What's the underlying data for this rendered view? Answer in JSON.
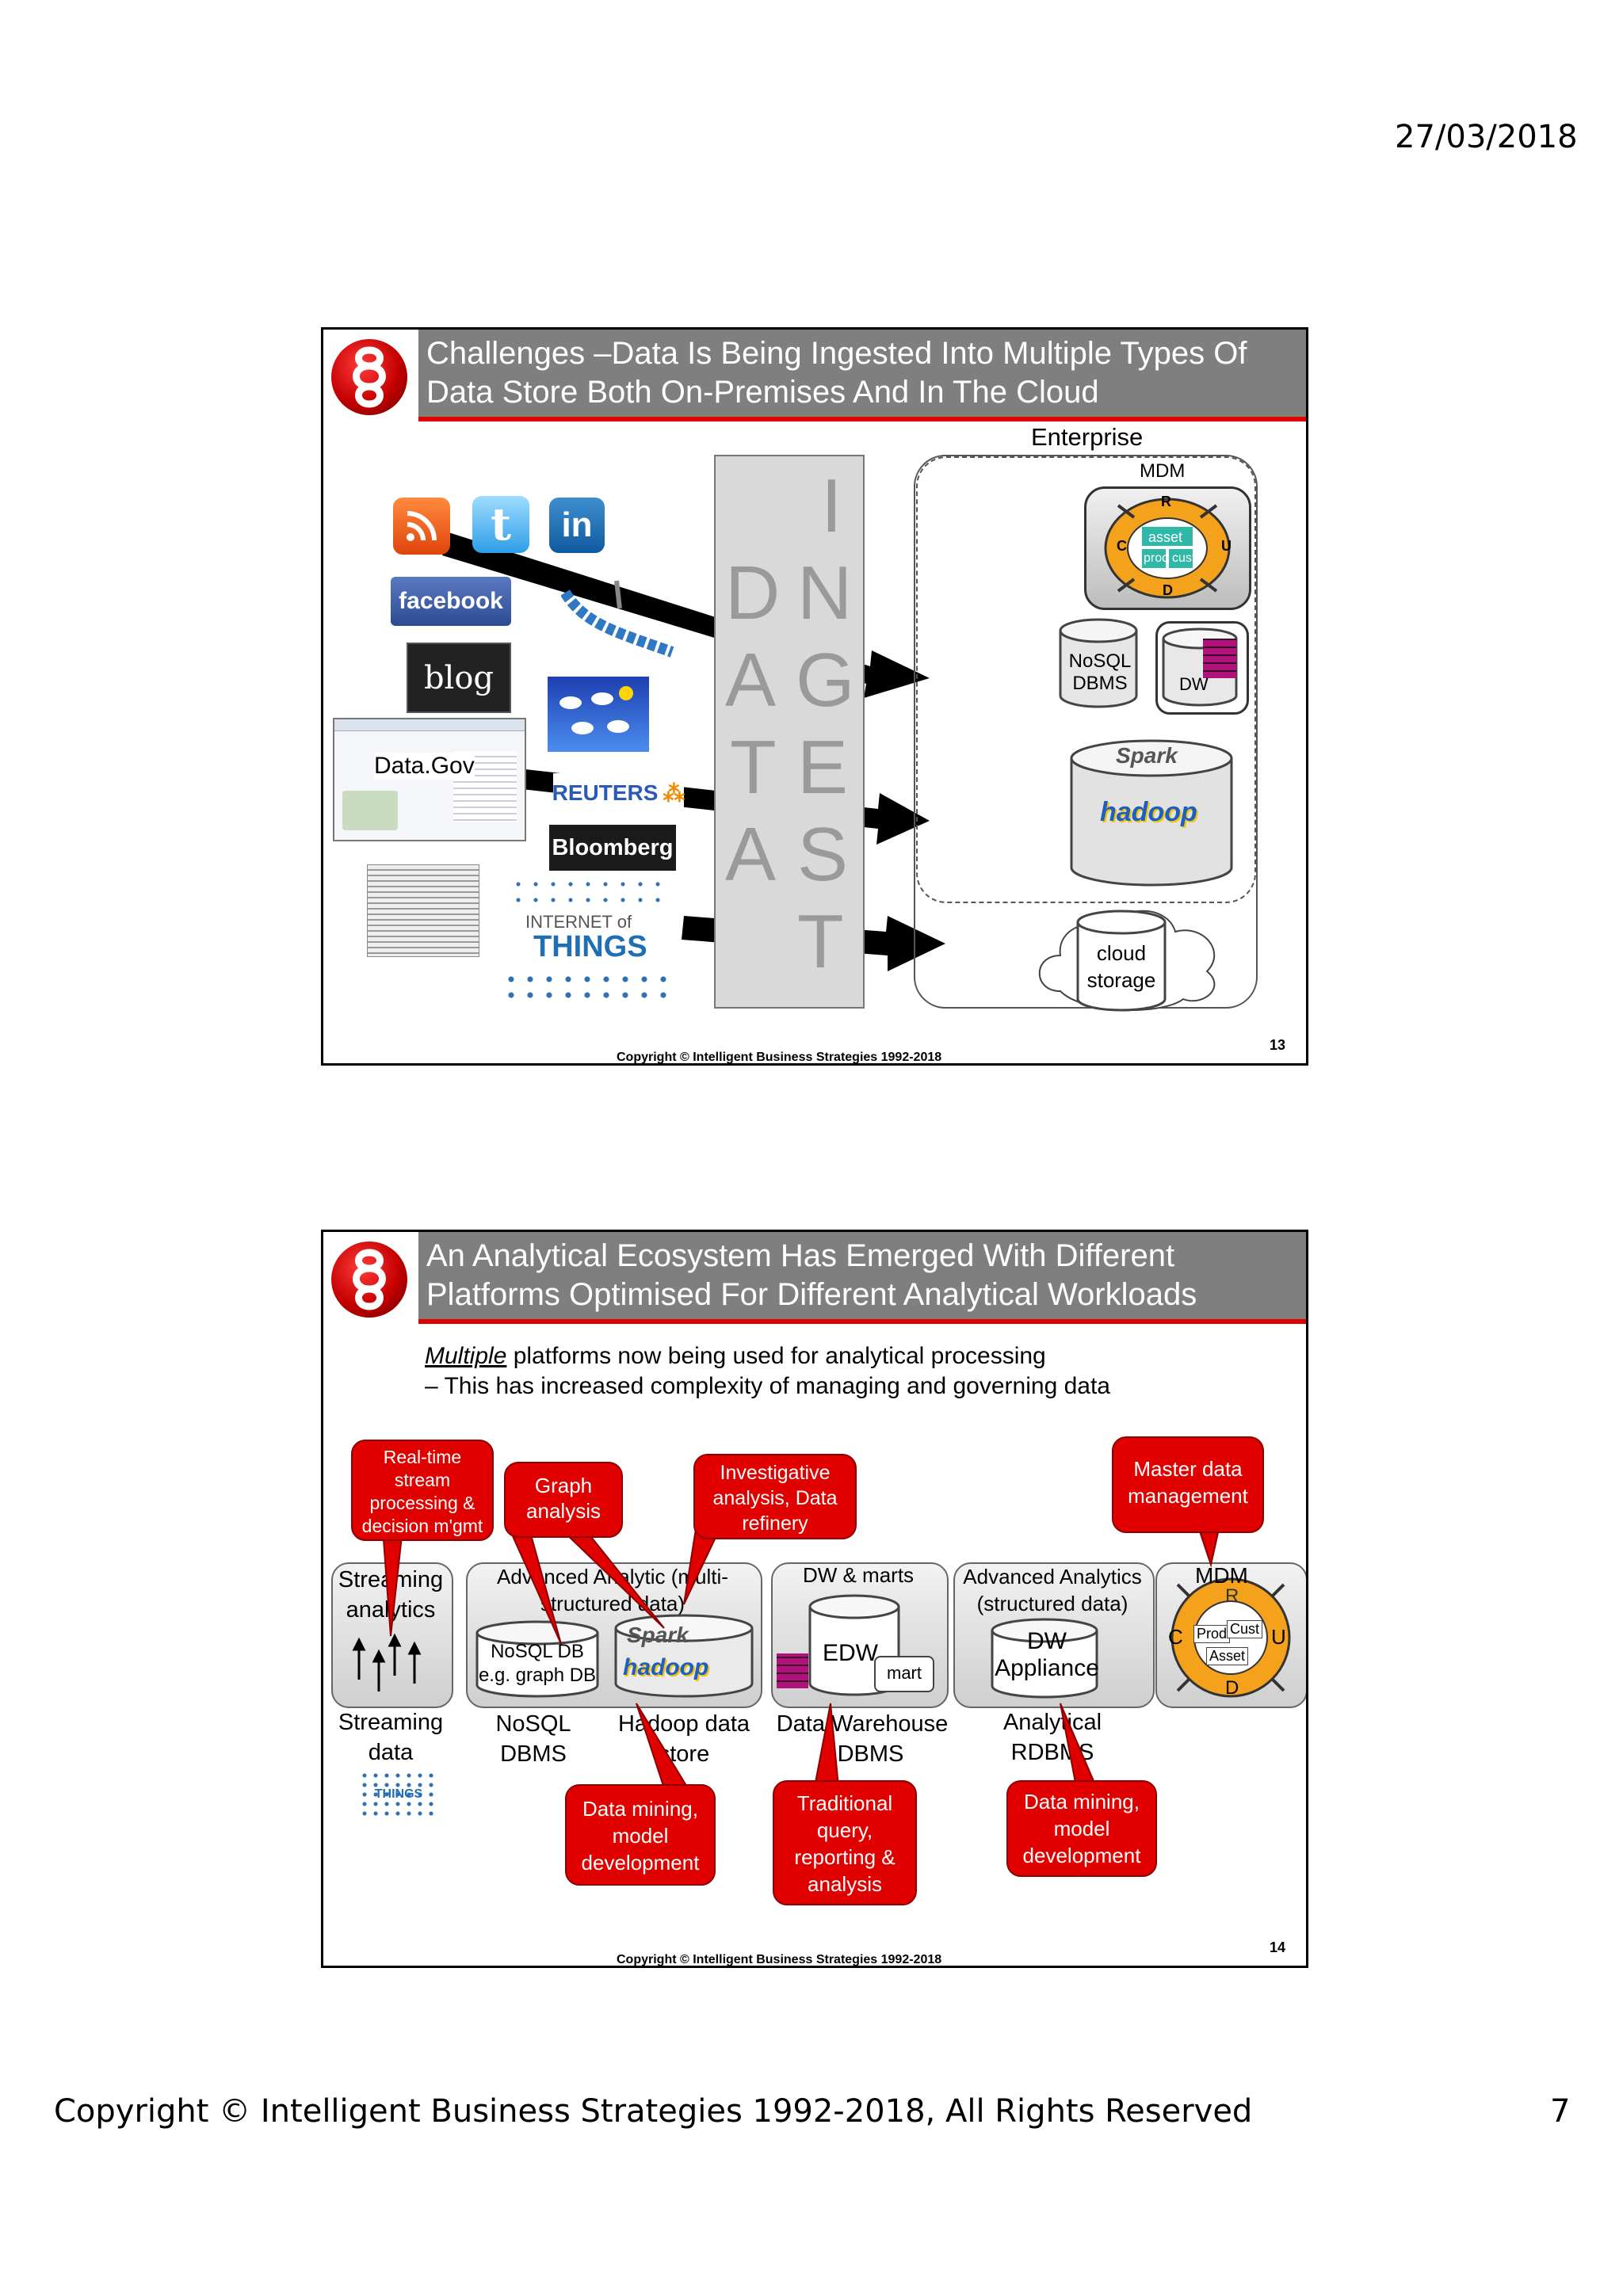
{
  "page": {
    "date": "27/03/2018",
    "footer": "Copyright © Intelligent Business Strategies 1992-2018, All Rights Reserved",
    "number": "7"
  },
  "slide1": {
    "title_line1": "Challenges –Data Is Being Ingested Into Multiple Types Of",
    "title_line2": "Data Store Both On-Premises And In The Cloud",
    "enterprise": "Enterprise",
    "mdm": "MDM",
    "mdm_r": "R",
    "mdm_c": "C",
    "mdm_u": "U",
    "mdm_d": "D",
    "mdm_asset": "asset",
    "mdm_prod": "prod",
    "mdm_cust": "cust",
    "nosql": "NoSQL DBMS",
    "dw": "DW",
    "spark": "Spark",
    "hadoop": "hadoop",
    "cloud": "cloud storage",
    "data_gov": "Data.Gov",
    "facebook": "facebook",
    "blog": "blog",
    "reuters": "REUTERS",
    "bloomberg": "Bloomberg",
    "iot_line1": "INTERNET of",
    "iot_line2": "THINGS",
    "linkedin": "in",
    "copyright": "Copyright © Intelligent Business Strategies 1992-2018",
    "slide_number": "13",
    "ingest_left": [
      "D",
      "A",
      "T",
      "A"
    ],
    "ingest_right": [
      "I",
      "N",
      "G",
      "E",
      "S",
      "T"
    ]
  },
  "slide2": {
    "title_line1": "An Analytical Ecosystem Has Emerged With Different",
    "title_line2": "Platforms Optimised For Different Analytical Workloads",
    "sub_line1_em": "Multiple",
    "sub_line1_rest": " platforms now being used for analytical processing",
    "sub_line2": "– This has increased complexity of managing and governing data",
    "callout_realtime": "Real-time stream processing & decision m'gmt",
    "callout_graph": "Graph analysis",
    "callout_investigative": "Investigative analysis, Data refinery",
    "callout_master": "Master data management",
    "callout_mining1": "Data mining, model development",
    "callout_traditional": "Traditional query, reporting & analysis",
    "callout_mining2": "Data mining, model development",
    "platform_streaming": "Streaming analytics",
    "platform_advanced_multi": "Advanced Analytic (multi-structured data)",
    "platform_dw": "DW & marts",
    "platform_advanced_struct": "Advanced Analytics (structured data)",
    "platform_mdm": "MDM",
    "nosql_db": "NoSQL DB e.g. graph DB",
    "spark": "Spark",
    "hadoop": "hadoop",
    "edw": "EDW",
    "mart": "mart",
    "dw_appliance": "DW Appliance",
    "mdm_r": "R",
    "mdm_c": "C",
    "mdm_u": "U",
    "mdm_d": "D",
    "mdm_prod": "Prod",
    "mdm_cust": "Cust",
    "mdm_asset": "Asset",
    "label_streaming": "Streaming data",
    "label_nosql": "NoSQL DBMS",
    "label_hadoop": "Hadoop data store",
    "label_dw": "Data Warehouse RDBMS",
    "label_analytical": "Analytical RDBMS",
    "iot_small": "THINGS",
    "copyright": "Copyright © Intelligent Business Strategies 1992-2018",
    "slide_number": "14"
  }
}
